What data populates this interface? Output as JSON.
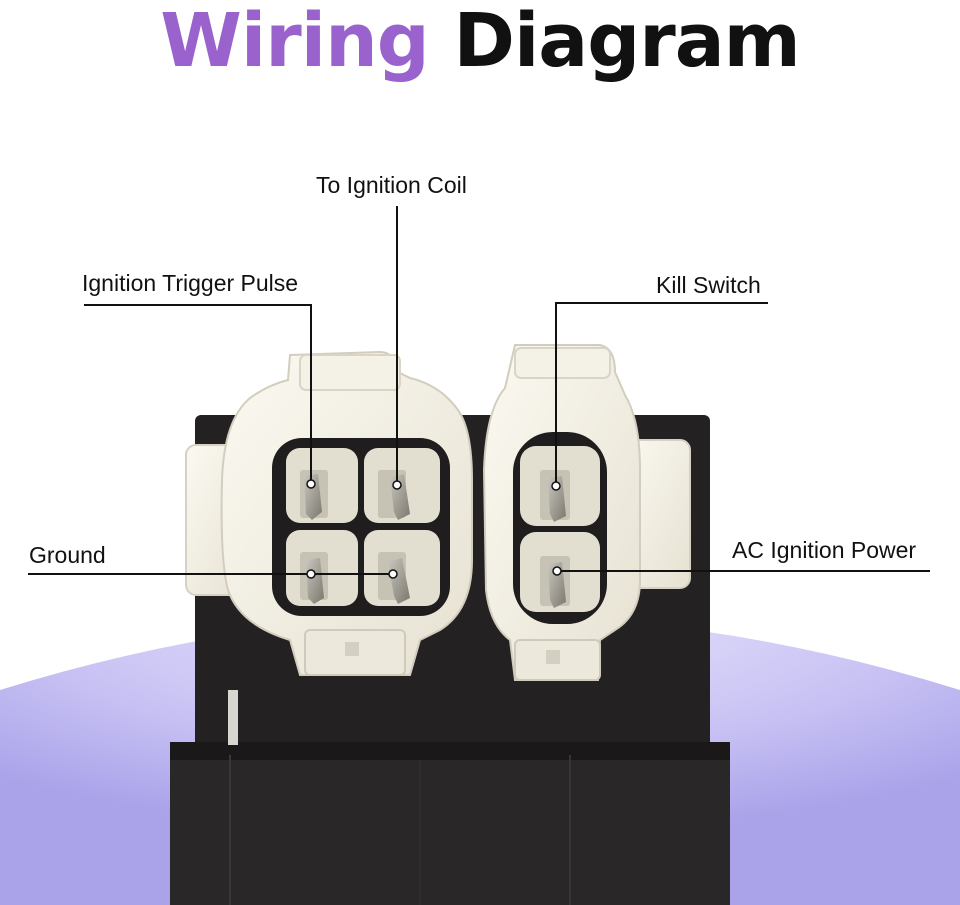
{
  "title": {
    "part1": "Wiring",
    "part2": "Diagram"
  },
  "labels": {
    "ignition_coil": "To Ignition Coil",
    "trigger_pulse": "Ignition Trigger Pulse",
    "kill_switch": "Kill Switch",
    "ground": "Ground",
    "ac_power": "AC Ignition Power"
  },
  "colors": {
    "title_accent": "#9a62cc",
    "title_dark": "#111111",
    "background_arc": "#b7b1ee",
    "connector": "#f0ede2",
    "module": "#1f1d1e"
  }
}
